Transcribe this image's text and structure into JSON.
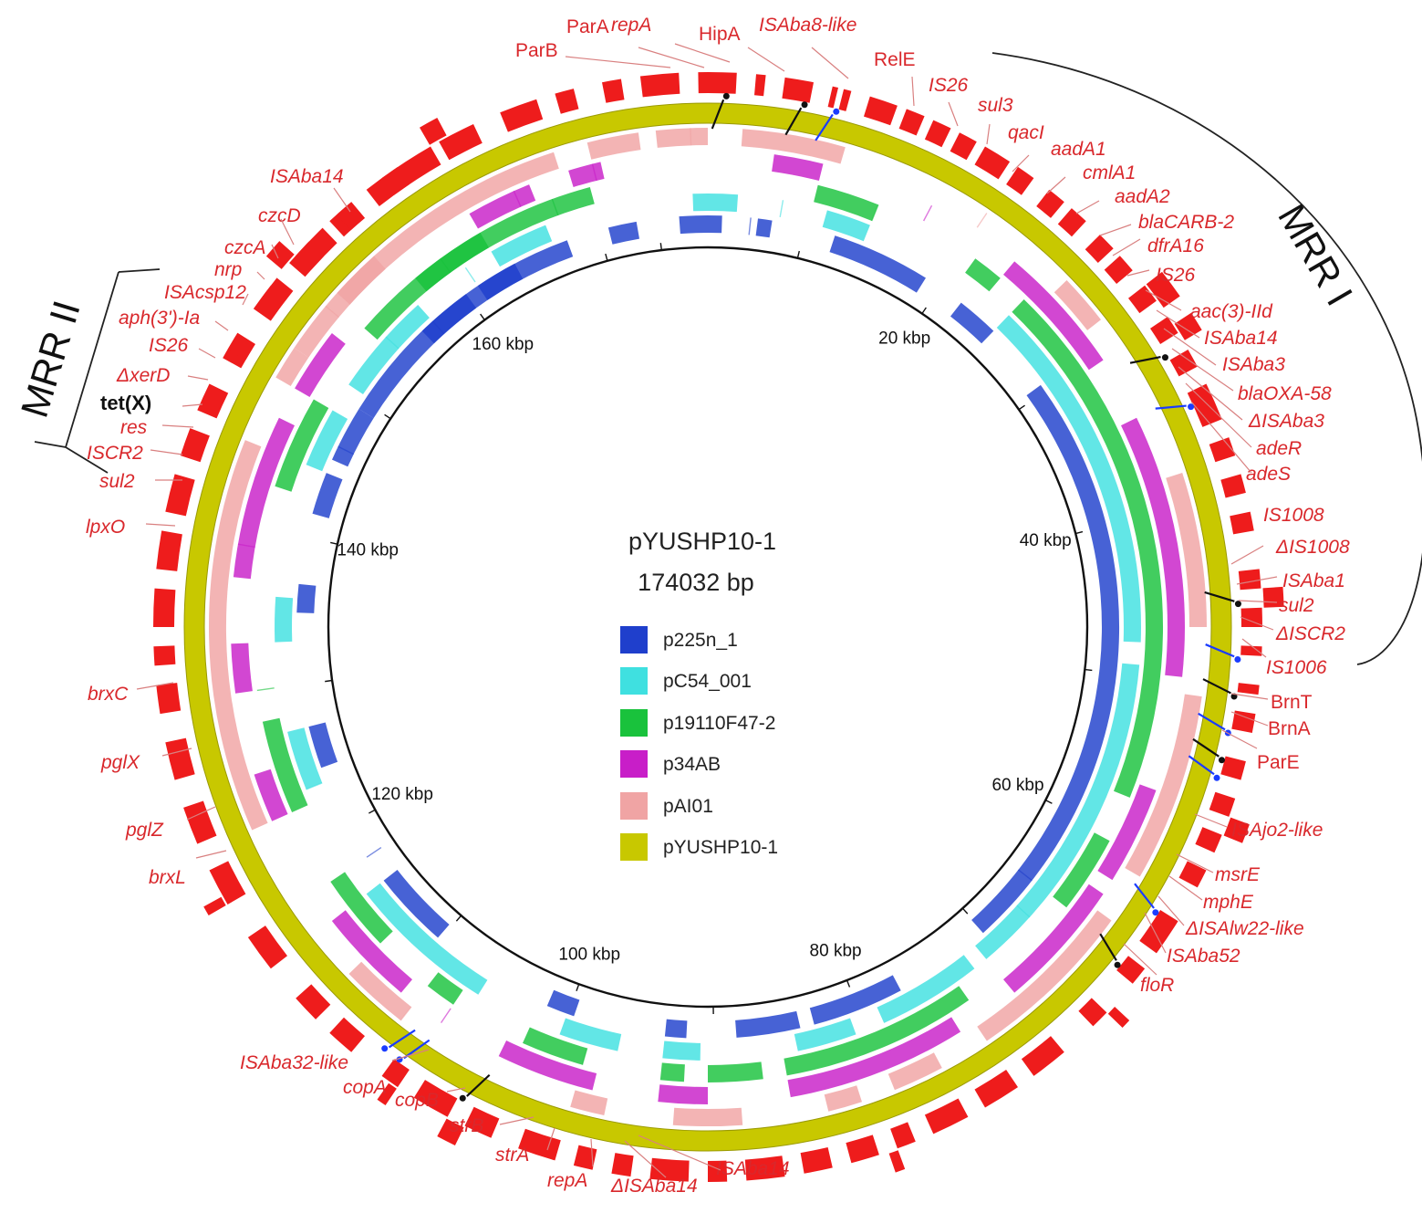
{
  "plasmid": {
    "name": "pYUSHP10-1",
    "length_label": "174032 bp",
    "length_bp": 174032
  },
  "axis": {
    "ticks": [
      {
        "kbp": 20,
        "label": "20 kbp"
      },
      {
        "kbp": 40,
        "label": "40 kbp"
      },
      {
        "kbp": 60,
        "label": "60 kbp"
      },
      {
        "kbp": 80,
        "label": "80 kbp"
      },
      {
        "kbp": 100,
        "label": "100 kbp"
      },
      {
        "kbp": 120,
        "label": "120 kbp"
      },
      {
        "kbp": 140,
        "label": "140 kbp"
      },
      {
        "kbp": 160,
        "label": "160 kbp"
      }
    ]
  },
  "legend": [
    {
      "label": "p225n_1",
      "color": "#1f3fcc"
    },
    {
      "label": "pC54_001",
      "color": "#3fe0e0"
    },
    {
      "label": "p19110F47-2",
      "color": "#19c23c"
    },
    {
      "label": "p34AB",
      "color": "#c81ec8"
    },
    {
      "label": "pAI01",
      "color": "#f0a4a4"
    },
    {
      "label": "pYUSHP10-1",
      "color": "#c8c800"
    }
  ],
  "regions": [
    {
      "label": "MRR I"
    },
    {
      "label": "MRR II"
    }
  ],
  "gene_labels": [
    {
      "text": "ParB",
      "italic": false
    },
    {
      "text": "ParA",
      "italic": false
    },
    {
      "text": "repA",
      "italic": true
    },
    {
      "text": "HipA",
      "italic": false
    },
    {
      "text": "ISAba8-like",
      "italic": true
    },
    {
      "text": "RelE",
      "italic": false
    },
    {
      "text": "IS26",
      "italic": true
    },
    {
      "text": "sul3",
      "italic": true
    },
    {
      "text": "qacI",
      "italic": true
    },
    {
      "text": "aadA1",
      "italic": true
    },
    {
      "text": "cmlA1",
      "italic": true
    },
    {
      "text": "aadA2",
      "italic": true
    },
    {
      "text": "blaCARB-2",
      "italic": true
    },
    {
      "text": "dfrA16",
      "italic": true
    },
    {
      "text": "IS26",
      "italic": true
    },
    {
      "text": "aac(3)-IId",
      "italic": true
    },
    {
      "text": "ISAba14",
      "italic": true
    },
    {
      "text": "ISAba3",
      "italic": true
    },
    {
      "text": "blaOXA-58",
      "italic": true
    },
    {
      "text": "ΔISAba3",
      "italic": true
    },
    {
      "text": "adeR",
      "italic": true
    },
    {
      "text": "adeS",
      "italic": true
    },
    {
      "text": "IS1008",
      "italic": true
    },
    {
      "text": "ΔIS1008",
      "italic": true
    },
    {
      "text": "ISAba1",
      "italic": true
    },
    {
      "text": "sul2",
      "italic": true
    },
    {
      "text": "ΔISCR2",
      "italic": true
    },
    {
      "text": "IS1006",
      "italic": true
    },
    {
      "text": "BrnT",
      "italic": false
    },
    {
      "text": "BrnA",
      "italic": false
    },
    {
      "text": "ParE",
      "italic": false
    },
    {
      "text": "ISAjo2-like",
      "italic": true
    },
    {
      "text": "msrE",
      "italic": true
    },
    {
      "text": "mphE",
      "italic": true
    },
    {
      "text": "ΔISAlw22-like",
      "italic": true
    },
    {
      "text": "ISAba52",
      "italic": true
    },
    {
      "text": "floR",
      "italic": true
    },
    {
      "text": "ISAba14",
      "italic": true
    },
    {
      "text": "ΔISAba14",
      "italic": true
    },
    {
      "text": "repA",
      "italic": true
    },
    {
      "text": "strA",
      "italic": true
    },
    {
      "text": "strB",
      "italic": true
    },
    {
      "text": "copB",
      "italic": true
    },
    {
      "text": "copA",
      "italic": true
    },
    {
      "text": "ISAba32-like",
      "italic": true
    },
    {
      "text": "brxL",
      "italic": true
    },
    {
      "text": "pglZ",
      "italic": true
    },
    {
      "text": "pglX",
      "italic": true
    },
    {
      "text": "brxC",
      "italic": true
    },
    {
      "text": "lpxO",
      "italic": true
    },
    {
      "text": "sul2",
      "italic": true
    },
    {
      "text": "ISCR2",
      "italic": true
    },
    {
      "text": "res",
      "italic": true
    },
    {
      "text": "tet(X)",
      "italic": true
    },
    {
      "text": "ΔxerD",
      "italic": true
    },
    {
      "text": "IS26",
      "italic": true
    },
    {
      "text": "aph(3')-Ia",
      "italic": true
    },
    {
      "text": "ISAcsp12",
      "italic": true
    },
    {
      "text": "nrp",
      "italic": true
    },
    {
      "text": "czcA",
      "italic": true
    },
    {
      "text": "czcD",
      "italic": true
    },
    {
      "text": "ISAba14",
      "italic": true
    }
  ],
  "colors": {
    "gene": "#ee1c1c",
    "label": "#d9282c",
    "backbone": "#111111",
    "arrow_black": "#111111",
    "arrow_blue": "#1a3cff"
  }
}
